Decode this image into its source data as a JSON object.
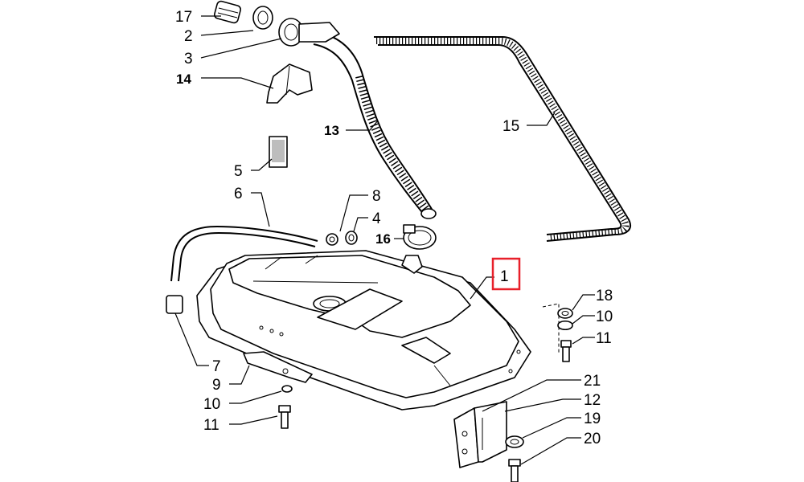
{
  "diagram": {
    "highlight_color": "#e8202a",
    "line_color": "#000000",
    "callouts": {
      "c17": "17",
      "c2": "2",
      "c3": "3",
      "c14": "14",
      "c13": "13",
      "c15": "15",
      "c5": "5",
      "c6": "6",
      "c8": "8",
      "c4": "4",
      "c16": "16",
      "c1": "1",
      "c18": "18",
      "c10a": "10",
      "c11a": "11",
      "c7": "7",
      "c9": "9",
      "c10b": "10",
      "c11b": "11",
      "c21": "21",
      "c12": "12",
      "c19": "19",
      "c20": "20"
    }
  }
}
